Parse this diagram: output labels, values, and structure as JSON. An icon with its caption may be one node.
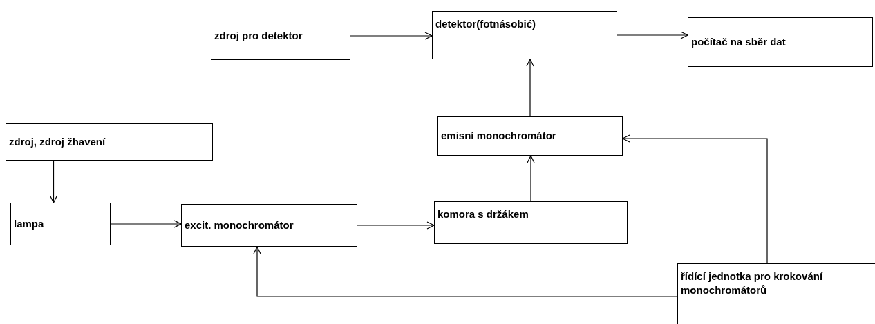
{
  "diagram": {
    "nodes": [
      {
        "text": [
          "zdroj pro detektor"
        ]
      },
      {
        "text": [
          "detektor(fotnásobić)"
        ]
      },
      {
        "text": [
          "počítač na sběr dat"
        ]
      },
      {
        "text": [
          "emisní monochromátor"
        ]
      },
      {
        "text": [
          "zdroj, zdroj žhavení"
        ]
      },
      {
        "text": [
          "lampa"
        ]
      },
      {
        "text": [
          "excit. monochromátor"
        ]
      },
      {
        "text": [
          "komora s držákem"
        ]
      },
      {
        "text": [
          "řídící jednotka pro krokování monochromátorů"
        ]
      }
    ],
    "edges": [
      {
        "from": 0,
        "to": 1,
        "arrow": "to"
      },
      {
        "from": 1,
        "to": 2,
        "arrow": "to"
      },
      {
        "from": 3,
        "to": 1,
        "arrow": "to"
      },
      {
        "from": 7,
        "to": 3,
        "arrow": "to"
      },
      {
        "from": 4,
        "to": 5,
        "arrow": "to"
      },
      {
        "from": 5,
        "to": 6,
        "arrow": "to"
      },
      {
        "from": 6,
        "to": 7,
        "arrow": "to"
      },
      {
        "from": 8,
        "to": 3,
        "arrow": "to"
      },
      {
        "from": 8,
        "to": 6,
        "arrow": "to"
      }
    ]
  }
}
